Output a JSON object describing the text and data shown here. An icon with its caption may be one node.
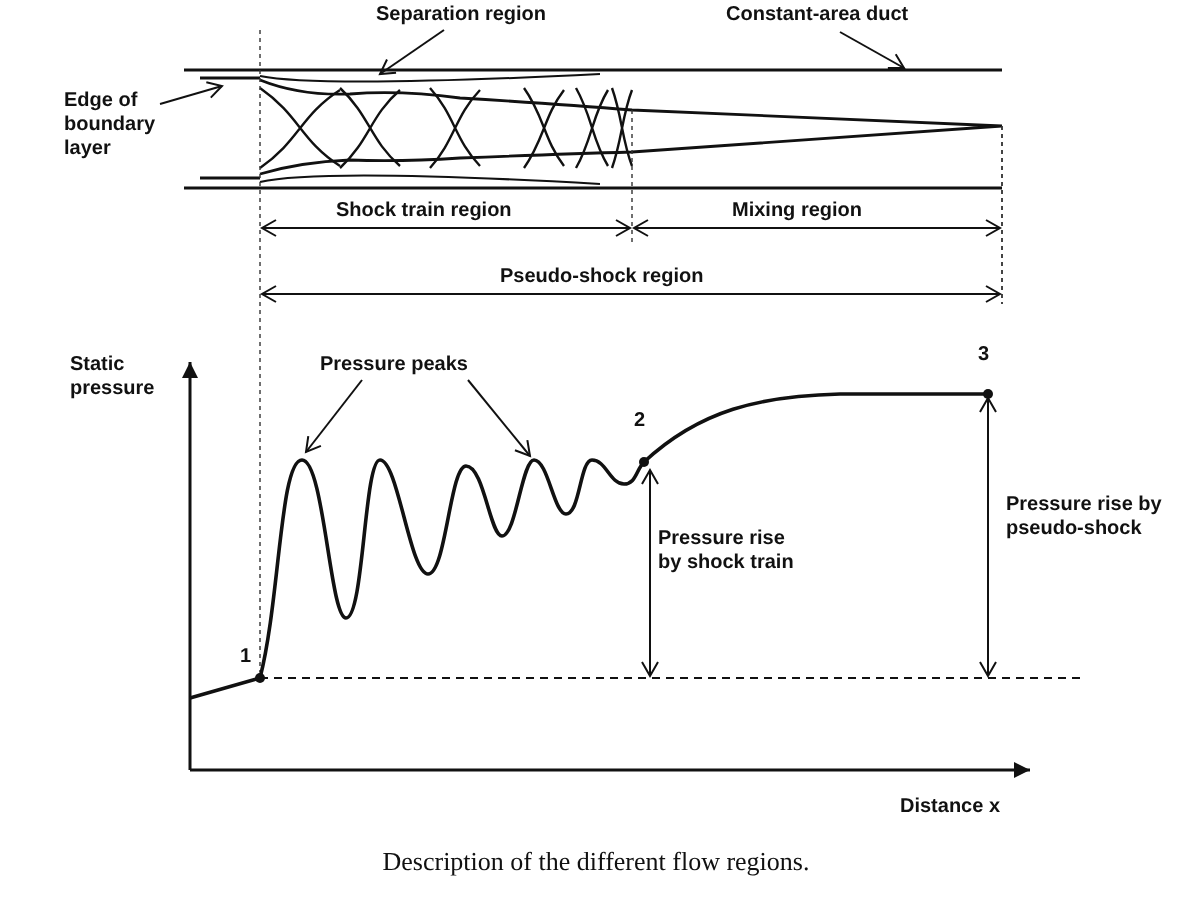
{
  "diagram": {
    "caption": "Description of the different flow regions.",
    "nodes": [
      {
        "text": [
          "Separation region"
        ]
      },
      {
        "text": [
          "Constant-area duct"
        ]
      },
      {
        "text": [
          "Edge of boundary layer"
        ]
      },
      {
        "text": [
          "Pressure peaks"
        ]
      },
      {
        "text": [],
        "shape": "picture"
      },
      {
        "text": [],
        "shape": "curve"
      }
    ],
    "edges": [
      {
        "from": 0,
        "to": 4,
        "arrow": "to"
      },
      {
        "from": 1,
        "to": 4,
        "arrow": "to"
      },
      {
        "from": 2,
        "to": 4,
        "arrow": "to"
      },
      {
        "from": 3,
        "to": 5,
        "arrow": "to"
      },
      {
        "from": 3,
        "to": 5,
        "arrow": "to"
      }
    ],
    "labels": [
      "Shock train region",
      "Mixing region",
      "Pseudo-shock region",
      "Static pressure",
      "1",
      "2",
      "3",
      "Pressure rise by shock train",
      "Pressure rise by pseudo-shock",
      "Distance x"
    ]
  }
}
